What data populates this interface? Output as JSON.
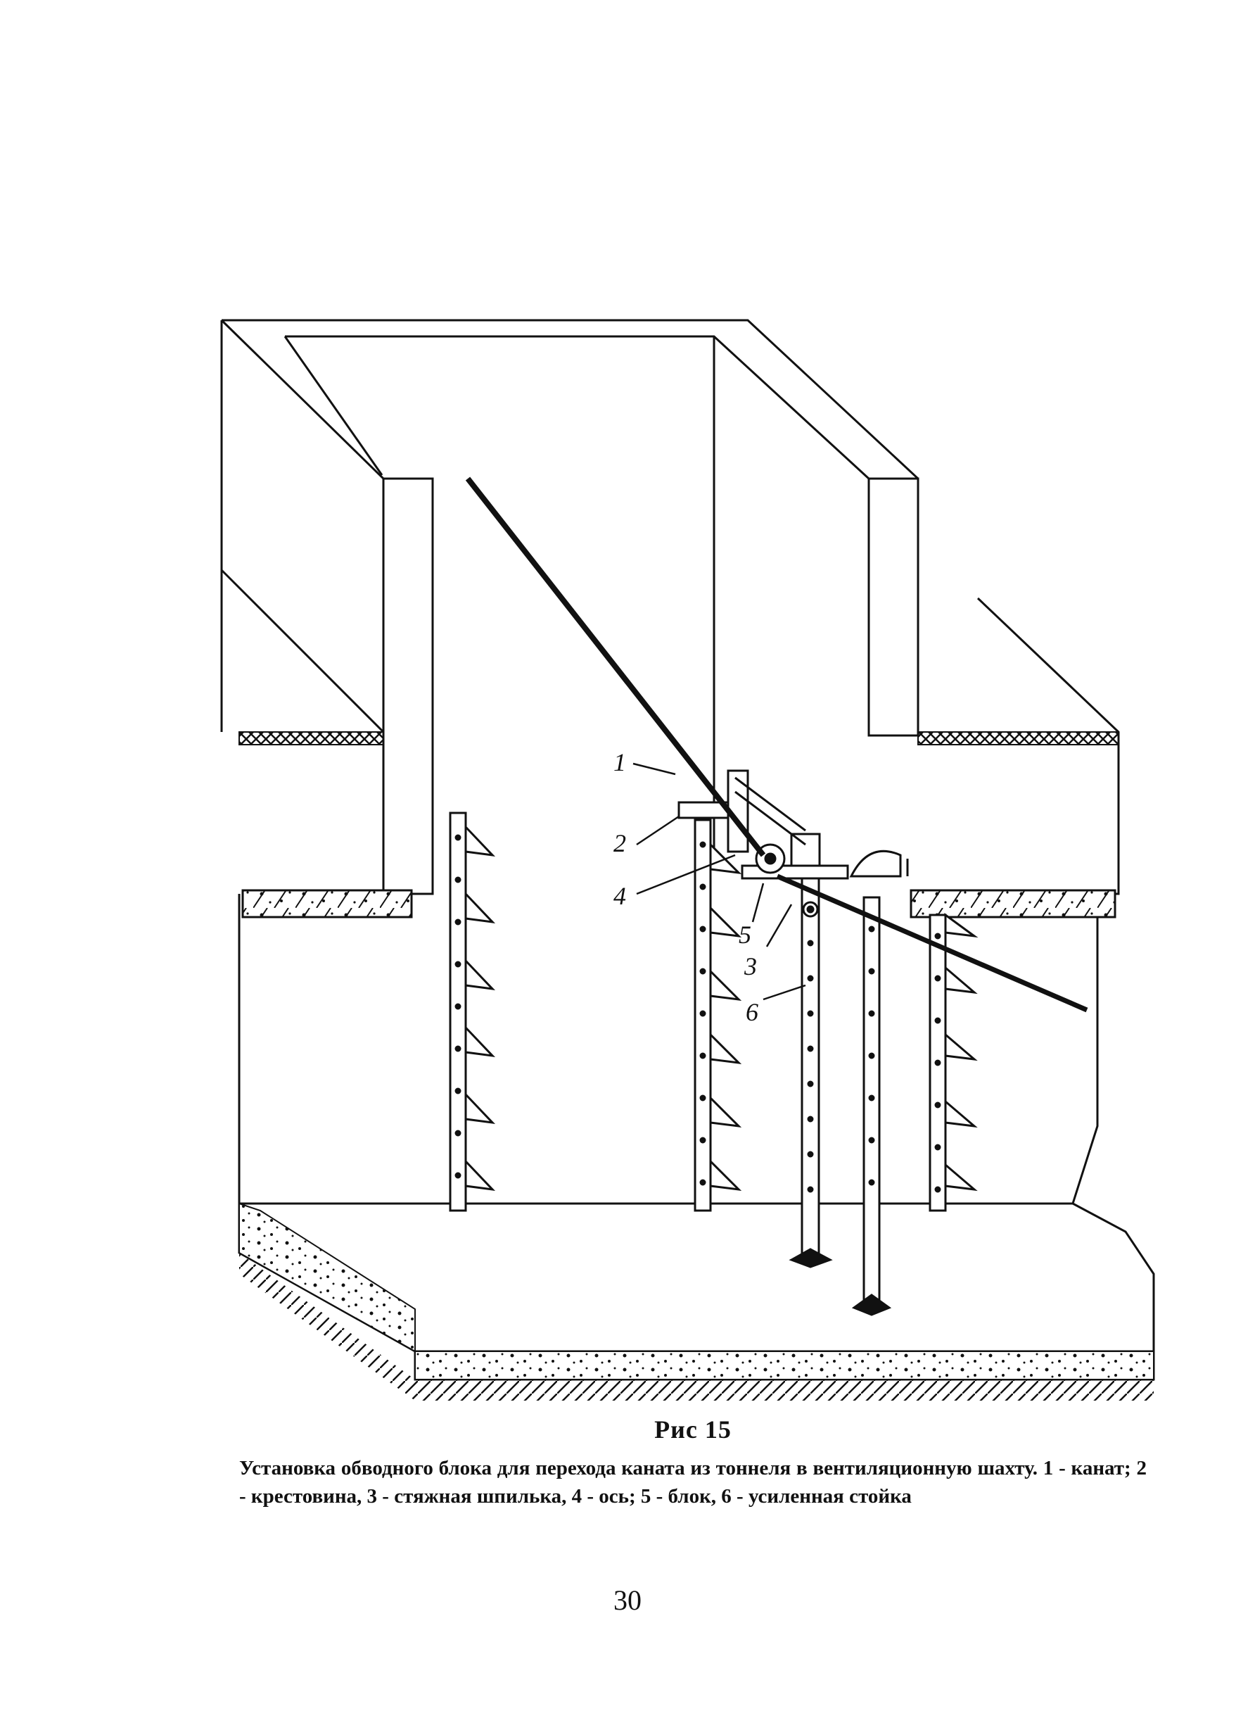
{
  "figure": {
    "callouts": [
      "1",
      "2",
      "4",
      "5",
      "3",
      "6"
    ]
  },
  "caption": {
    "title": "Рис 15",
    "text": "Установка обводного блока для перехода каната из тоннеля в вентиляционную шахту. 1 - канат; 2 - крестовина, 3 - стяжная шпилька, 4 - ось; 5 - блок, 6 - усиленная стойка"
  },
  "page_number": "30"
}
